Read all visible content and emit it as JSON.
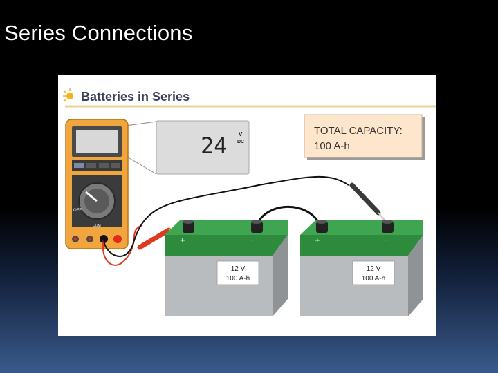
{
  "slide": {
    "title": "Series Connections"
  },
  "diagram": {
    "heading": "Batteries in Series",
    "meter_reading": "24",
    "meter_unit_top": "V",
    "meter_unit_bottom": "DC",
    "capacity_box": {
      "line1": "TOTAL CAPACITY:",
      "line2": "100 A-h"
    },
    "batteries": [
      {
        "voltage": "12 V",
        "capacity": "100 A-h",
        "pos": "+",
        "neg": "−"
      },
      {
        "voltage": "12 V",
        "capacity": "100 A-h",
        "pos": "+",
        "neg": "−"
      }
    ],
    "meter_labels": {
      "off": "OFF",
      "com": "COM"
    },
    "colors": {
      "meter_body": "#f0a63c",
      "battery_top": "#2e8b3e",
      "battery_body": "#b8bcbf",
      "probe_red": "#e03a1e",
      "capacity_box": "#fde6cc"
    }
  }
}
